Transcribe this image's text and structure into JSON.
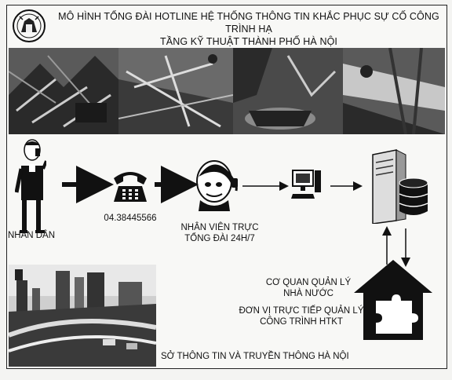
{
  "title": {
    "line1": "MÔ HÌNH TỔNG ĐÀI HOTLINE HỆ THỐNG THÔNG TIN KHẮC PHỤC SỰ CỐ CÔNG TRÌNH HẠ",
    "line2": "TẦNG KỸ THUẬT THÀNH PHỐ HÀ NỘI"
  },
  "flow": {
    "citizen_label": "NHÂN DÂN",
    "phone_number": "04.38445566",
    "operator_label_line1": "NHÂN VIÊN TRỰC",
    "operator_label_line2": "TỔNG ĐÀI 24H/7"
  },
  "agencies": {
    "state_agency_line1": "CƠ QUAN QUẢN LÝ",
    "state_agency_line2": "NHÀ NƯỚC",
    "direct_unit_line1": "ĐƠN VỊ TRỰC TIẾP QUẢN LÝ",
    "direct_unit_line2": "CÔNG TRÌNH HTKT"
  },
  "footer": {
    "department": "SỞ THÔNG TIN VÀ TRUYỀN THÔNG HÀ NỘI"
  },
  "icons": [
    "city-emblem-icon",
    "person-on-phone-icon",
    "telephone-icon",
    "operator-headset-icon",
    "computer-icon",
    "server-database-icon",
    "house-puzzle-icon"
  ]
}
